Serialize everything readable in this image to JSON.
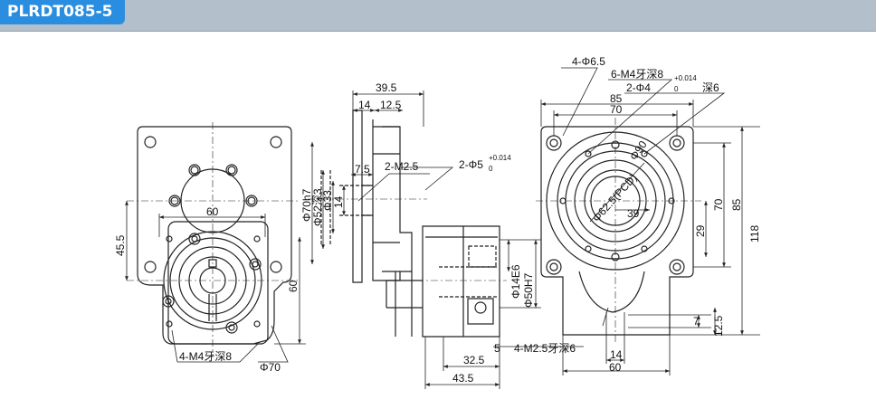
{
  "model": "PLRDT085-5",
  "dims": {
    "front_60": "60",
    "front_45_5": "45.5",
    "front_60v": "60",
    "front_m4": "4-M4牙深8",
    "front_phi70": "Φ70",
    "side_39_5": "39.5",
    "side_14": "14",
    "side_12_5": "12.5",
    "side_7_5": "7.5",
    "side_m2_5": "2-M2.5",
    "side_phi70h7": "Φ70h7",
    "side_phi52": "Φ52深3",
    "side_phi33": "Φ33",
    "side_14v": "14",
    "side_phi5": "2-Φ5",
    "side_phi5_tol_top": "+0.014",
    "side_phi5_tol_bot": "0",
    "out_phi14": "Φ14E6",
    "out_phi50": "Φ50H7",
    "out_5": "5",
    "out_32_5": "32.5",
    "out_43_5": "43.5",
    "out_m2_5": "4-M2.5牙深6",
    "top_phi6_5": "4-Φ6.5",
    "top_m4": "6-M4牙深8",
    "top_phi4": "2-Φ4",
    "top_phi4_tol_top": "+0.014",
    "top_phi4_tol_bot": "0",
    "top_phi4_depth": "深6",
    "top_85": "85",
    "top_70": "70",
    "top_pcd": "Φ62.5(PCD)",
    "top_phi90": "Φ90",
    "top_39": "39",
    "top_29": "29",
    "top_70v": "70",
    "top_85v": "85",
    "top_118": "118",
    "top_7": "7",
    "top_12_5": "12.5",
    "top_14": "14",
    "top_60": "60"
  },
  "colors": {
    "accent": "#2a8ee0",
    "header_bg": "#b3c0cc",
    "line": "#222222"
  }
}
